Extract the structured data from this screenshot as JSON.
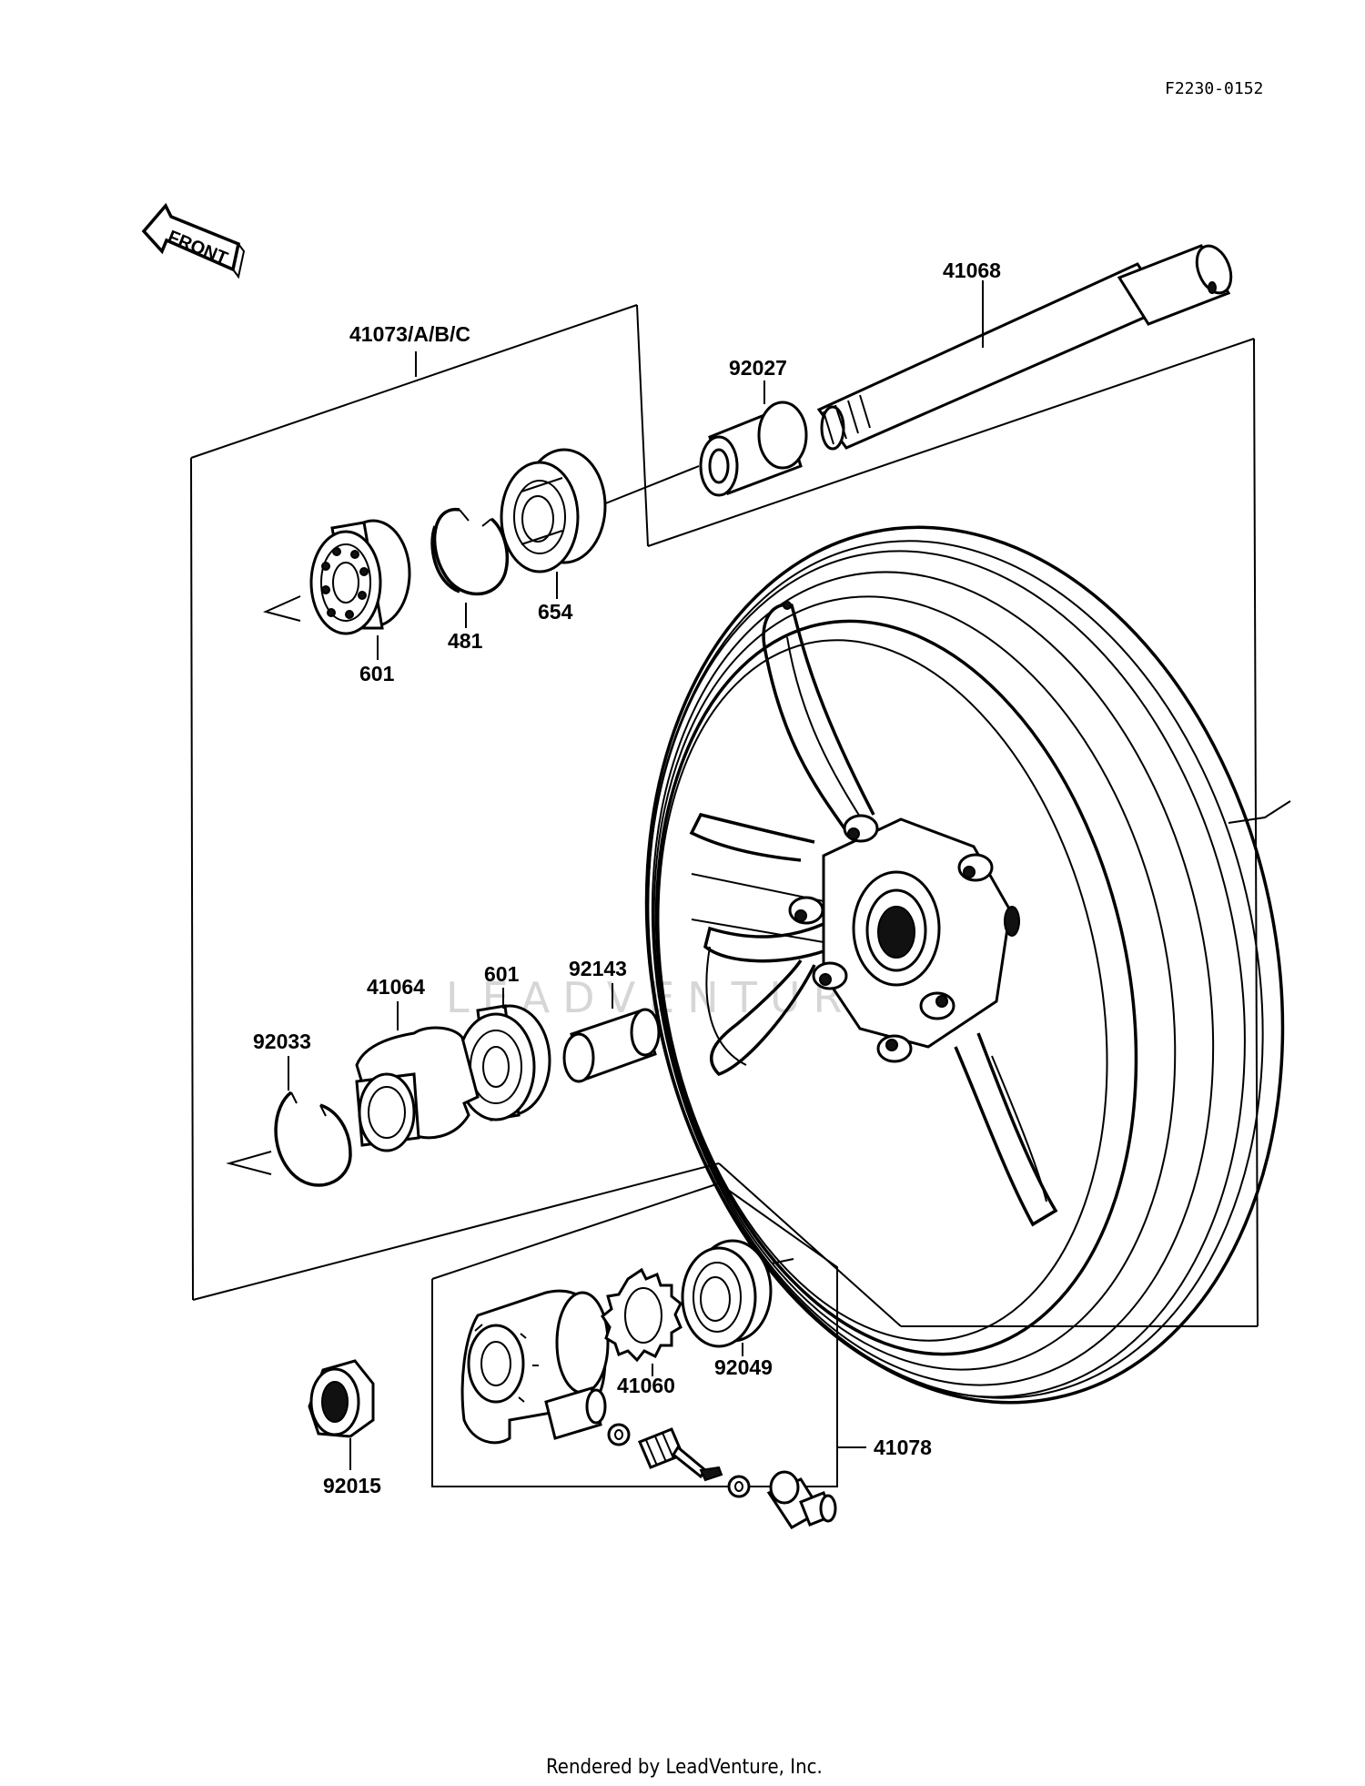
{
  "ref_code": "F2230-0152",
  "front_arrow_label": "FRONT",
  "watermark": "LEADVENTURE",
  "footer": "Rendered by LeadVenture, Inc.",
  "part_labels": {
    "p41073": "41073/A/B/C",
    "p41068": "41068",
    "p92027": "92027",
    "p654": "654",
    "p481": "481",
    "p601_top": "601",
    "p41064": "41064",
    "p601_mid": "601",
    "p92143": "92143",
    "p92033": "92033",
    "p41060": "41060",
    "p92049": "92049",
    "p41078": "41078",
    "p92015": "92015"
  }
}
